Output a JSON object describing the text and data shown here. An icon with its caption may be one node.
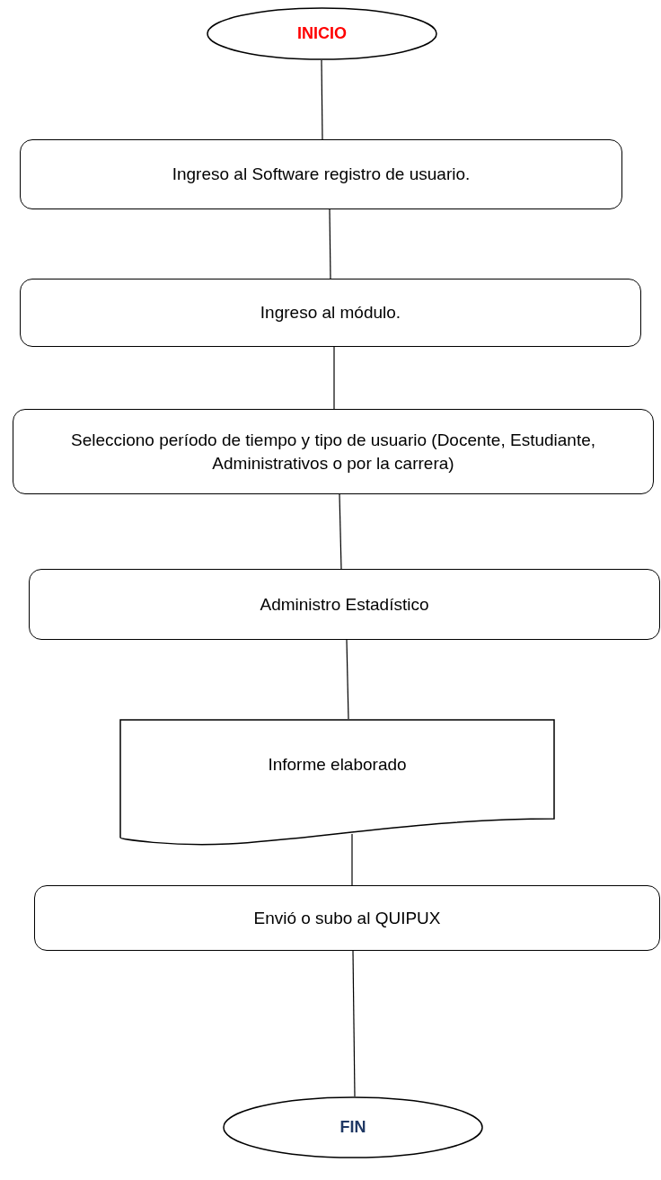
{
  "diagram": {
    "nodes": [
      {
        "text": [
          "INICIO"
        ]
      },
      {
        "text": [
          "Ingreso al Software registro de usuario."
        ]
      },
      {
        "text": [
          "Ingreso al módulo."
        ]
      },
      {
        "text": [
          "Selecciono período de tiempo y tipo de usuario (Docente, Estudiante, Administrativos o por la carrera)"
        ]
      },
      {
        "text": [
          "Administro Estadístico"
        ]
      },
      {
        "text": [
          "Informe elaborado"
        ]
      },
      {
        "text": [
          "Envió o subo al QUIPUX"
        ]
      },
      {
        "text": [
          "FIN"
        ]
      }
    ],
    "edges": [
      {
        "from": 0,
        "to": 1,
        "arrow": "none"
      },
      {
        "from": 1,
        "to": 2,
        "arrow": "none"
      },
      {
        "from": 2,
        "to": 3,
        "arrow": "none"
      },
      {
        "from": 3,
        "to": 4,
        "arrow": "none"
      },
      {
        "from": 4,
        "to": 5,
        "arrow": "none"
      },
      {
        "from": 5,
        "to": 6,
        "arrow": "none"
      },
      {
        "from": 6,
        "to": 7,
        "arrow": "none"
      }
    ]
  }
}
